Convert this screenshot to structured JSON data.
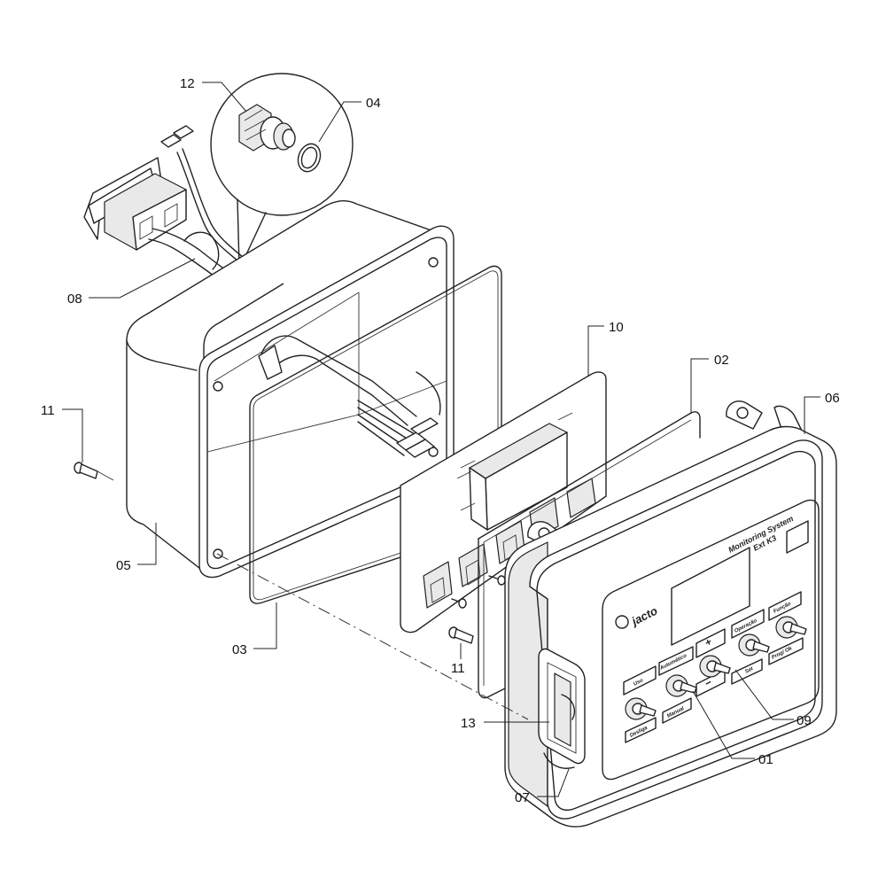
{
  "diagram": {
    "callouts": {
      "c01": "01",
      "c02": "02",
      "c03": "03",
      "c04": "04",
      "c05": "05",
      "c06": "06",
      "c07": "07",
      "c08": "08",
      "c09": "09",
      "c10": "10",
      "c11a": "11",
      "c11b": "11",
      "c12": "12",
      "c13": "13"
    },
    "front_panel": {
      "brand": "jacto",
      "title_line1": "Monitoring System",
      "title_line2": "Ext K3",
      "labels": {
        "uso": "Uso",
        "automatico": "Automático",
        "plus": "+",
        "minus": "−",
        "operacao": "Operação",
        "funcao": "Função",
        "desliga": "Desliga",
        "manual": "Manual",
        "prog_ok": "Prog/ Ok",
        "set": "Set"
      }
    }
  }
}
